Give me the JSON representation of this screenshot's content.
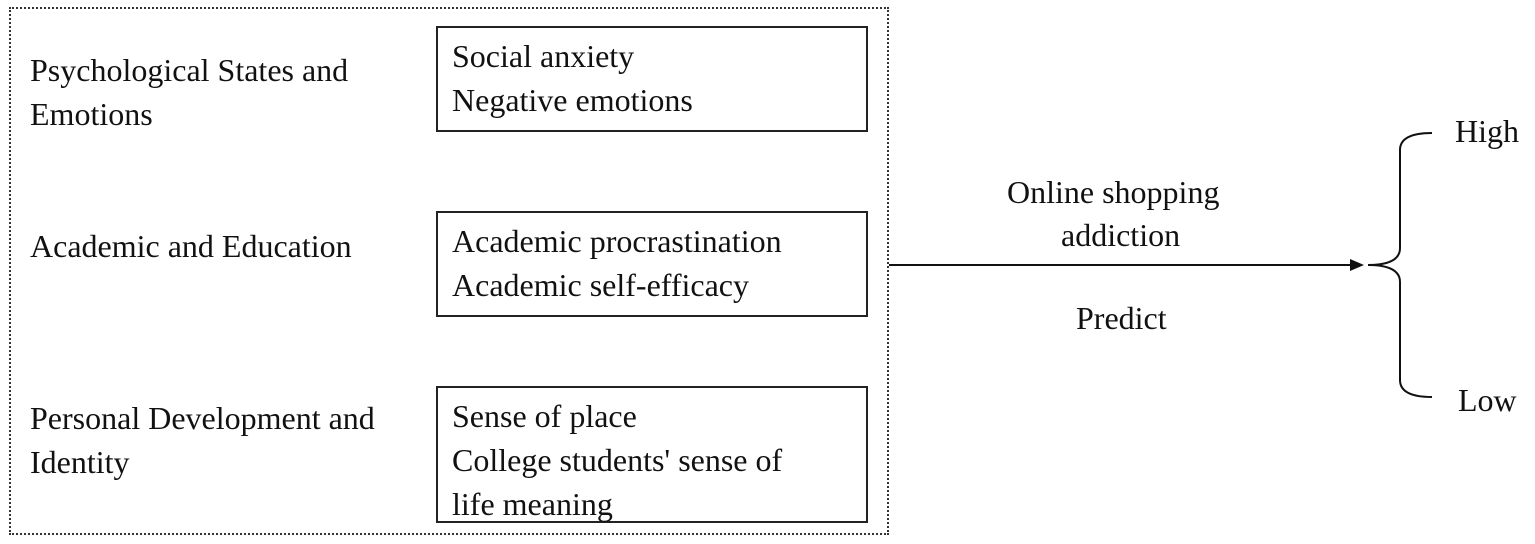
{
  "categories": [
    {
      "label": "Psychological States and\nEmotions",
      "items": [
        "Social anxiety",
        "Negative emotions"
      ]
    },
    {
      "label": "Academic and Education",
      "items": [
        "Academic procrastination",
        "Academic self-efficacy"
      ]
    },
    {
      "label": "Personal Development and\nIdentity",
      "items": [
        "Sense of place",
        "College students' sense of",
        "life meaning"
      ]
    }
  ],
  "outcome": {
    "label_line1": "Online shopping",
    "label_line2": "addiction",
    "action": "Predict"
  },
  "levels": {
    "high": "High",
    "low": "Low"
  }
}
